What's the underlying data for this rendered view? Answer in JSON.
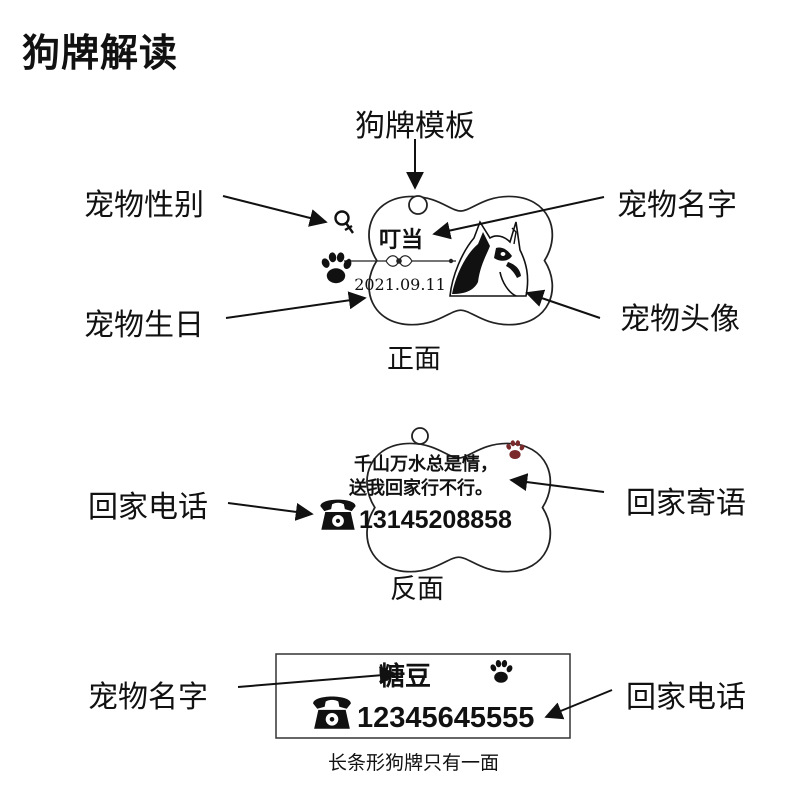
{
  "title": "狗牌解读",
  "front": {
    "template_label": "狗牌模板",
    "gender_label": "宠物性别",
    "name_label": "宠物名字",
    "birthday_label": "宠物生日",
    "avatar_label": "宠物头像",
    "caption": "正面",
    "pet_name": "叮当",
    "pet_birthday": "2021.09.11"
  },
  "back": {
    "phone_label": "回家电话",
    "message_label": "回家寄语",
    "caption": "反面",
    "message_line1": "千山万水总是情，",
    "message_line2": "送我回家行不行。",
    "phone_number": "13145208858"
  },
  "strip": {
    "name_label": "宠物名字",
    "phone_label": "回家电话",
    "caption": "长条形狗牌只有一面",
    "pet_name": "糖豆",
    "phone_number": "12345645555"
  },
  "icons": {
    "gender": "female-symbol-icon",
    "paw": "paw-print-icon",
    "dog": "husky-head-icon",
    "phone": "telephone-icon"
  },
  "colors": {
    "ink": "#111111",
    "paw_back": "#7a2a2a"
  }
}
